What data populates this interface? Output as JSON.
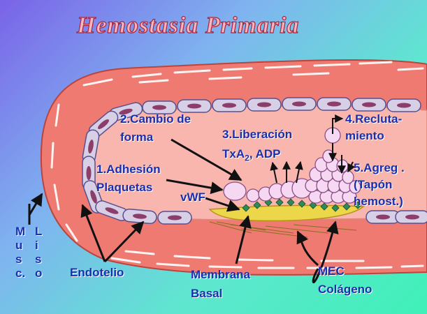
{
  "title": "Hemostasia Primaria",
  "labels": {
    "cambio_1": "2.Cambio de",
    "cambio_2": "forma",
    "liberacion_1": "3.Liberación",
    "liberacion_2a": "TxA",
    "liberacion_2sub": "2",
    "liberacion_2b": ", ADP",
    "recluta_1": "4.Recluta-",
    "recluta_2": "miento",
    "agreg_1": "5.Agreg .",
    "agreg_2": "(Tapón",
    "agreg_3": "hemost.)",
    "adhesion_1": "1.Adhesión",
    "adhesion_2": "Plaquetas",
    "vwf": "vWF",
    "endotelio": "Endotelio",
    "membrana_1": "Membrana",
    "membrana_2": "Basal",
    "mec_1": "MEC",
    "mec_2": "Colágeno"
  },
  "musc_col1": [
    "M",
    "u",
    "s",
    "c."
  ],
  "musc_col2": [
    "L",
    "i",
    "s",
    "o"
  ],
  "colors": {
    "label": "#1a2fb0",
    "vessel_wall": "#f07f76",
    "lumen": "#f8b4ac",
    "endothelial_cell": "#d6cfe6",
    "platelet": "#f7d8f2",
    "collagen": "#e8d040",
    "vwf_diamond": "#2e8a56"
  }
}
